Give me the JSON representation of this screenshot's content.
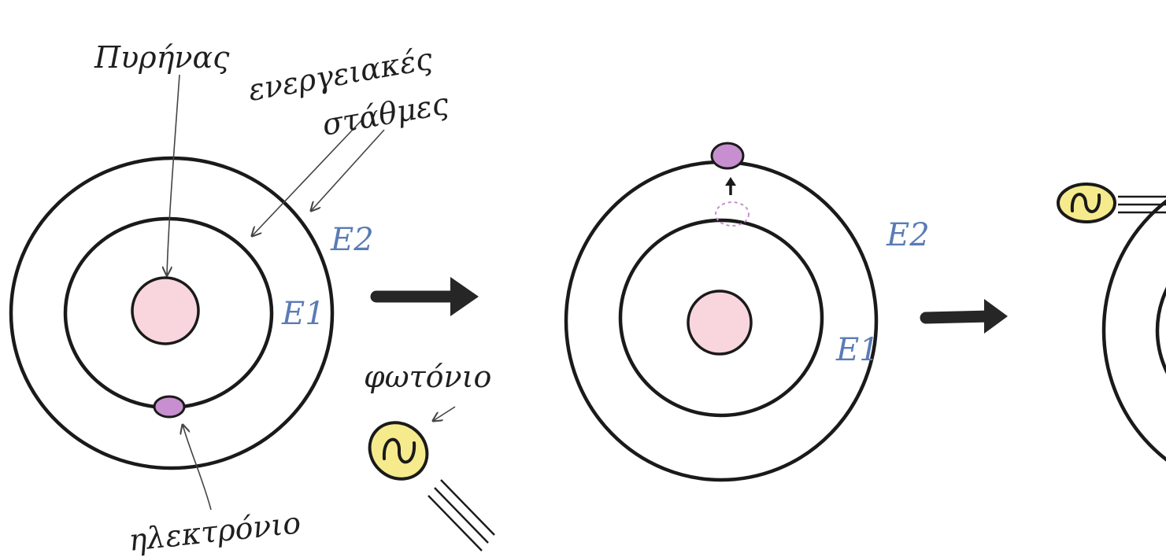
{
  "labels": {
    "nucleus": "Πυρήνας",
    "energy_levels_1": "ενεργειακές",
    "energy_levels_2": "στάθμες",
    "photon": "φωτόνιο",
    "electron": "ηλεκτρόνιο"
  },
  "energy_levels": {
    "inner": "E1",
    "outer": "E2"
  },
  "icons": {
    "photon": "wave-symbol-ellipse",
    "transition": "right-arrow",
    "excitation": "up-arrow"
  },
  "colors": {
    "nucleus": "#f9d6de",
    "electron": "#c88fd0",
    "photon": "#f5eb8c",
    "energy_label": "#5a7bb5",
    "outline": "#1a1a1a"
  }
}
